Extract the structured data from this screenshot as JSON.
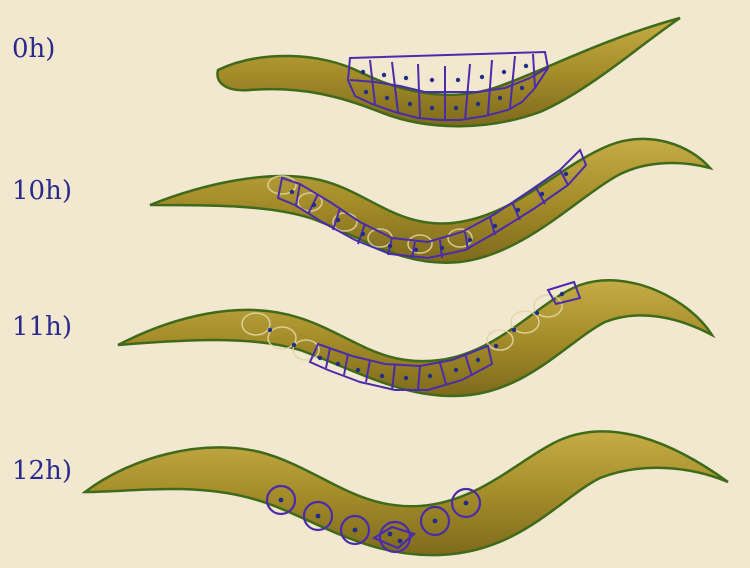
{
  "stages": [
    {
      "label": "0h)"
    },
    {
      "label": "10h)"
    },
    {
      "label": "11h)"
    },
    {
      "label": "12h)"
    }
  ],
  "colors": {
    "background": "#f1e8cf",
    "worm_fill": "#a58d2a",
    "worm_outline": "#3f6a1a",
    "cell_outline": "#4a2bab",
    "nucleus": "#1f2d8c",
    "ghost_cell": "#e2d6a4",
    "label": "#2a2a8c"
  }
}
